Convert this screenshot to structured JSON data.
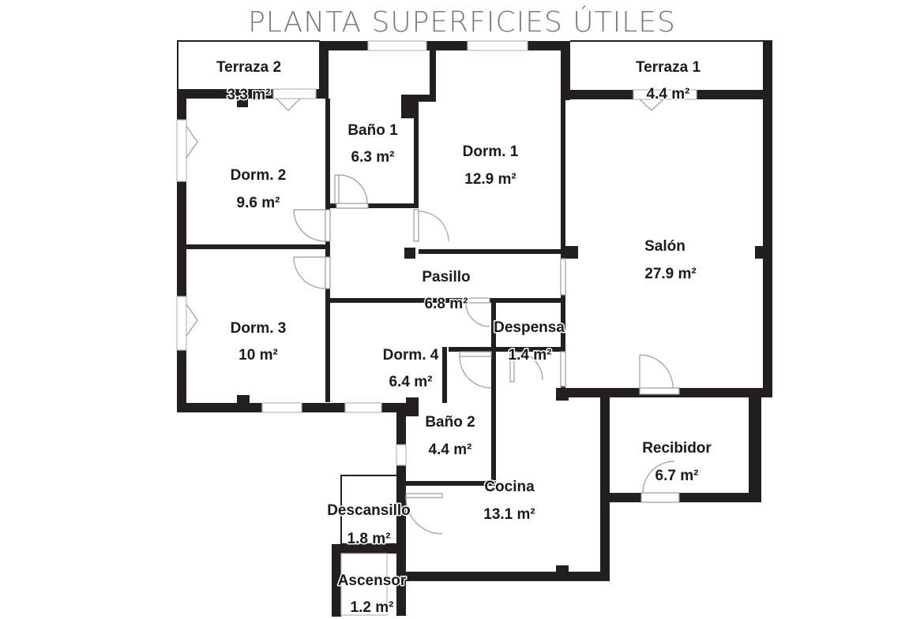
{
  "title": "PLANTA SUPERFICIES ÚTILES",
  "rooms": [
    {
      "name": "Terraza 2",
      "area": "3.3 m²"
    },
    {
      "name": "Baño 1",
      "area": "6.3 m²"
    },
    {
      "name": "Dorm. 1",
      "area": "12.9 m²"
    },
    {
      "name": "Terraza 1",
      "area": "4.4 m²"
    },
    {
      "name": "Dorm. 2",
      "area": "9.6 m²"
    },
    {
      "name": "Salón",
      "area": "27.9 m²"
    },
    {
      "name": "Pasillo",
      "area": "6.8 m²"
    },
    {
      "name": "Despensa",
      "area": "1.4 m²"
    },
    {
      "name": "Dorm. 3",
      "area": "10 m²"
    },
    {
      "name": "Dorm. 4",
      "area": "6.4 m²"
    },
    {
      "name": "Baño 2",
      "area": "4.4 m²"
    },
    {
      "name": "Recibidor",
      "area": "6.7 m²"
    },
    {
      "name": "Cocina",
      "area": "13.1 m²"
    },
    {
      "name": "Descansillo",
      "area": "1.8 m²"
    },
    {
      "name": "Ascensor",
      "area": "1.2 m²"
    }
  ]
}
